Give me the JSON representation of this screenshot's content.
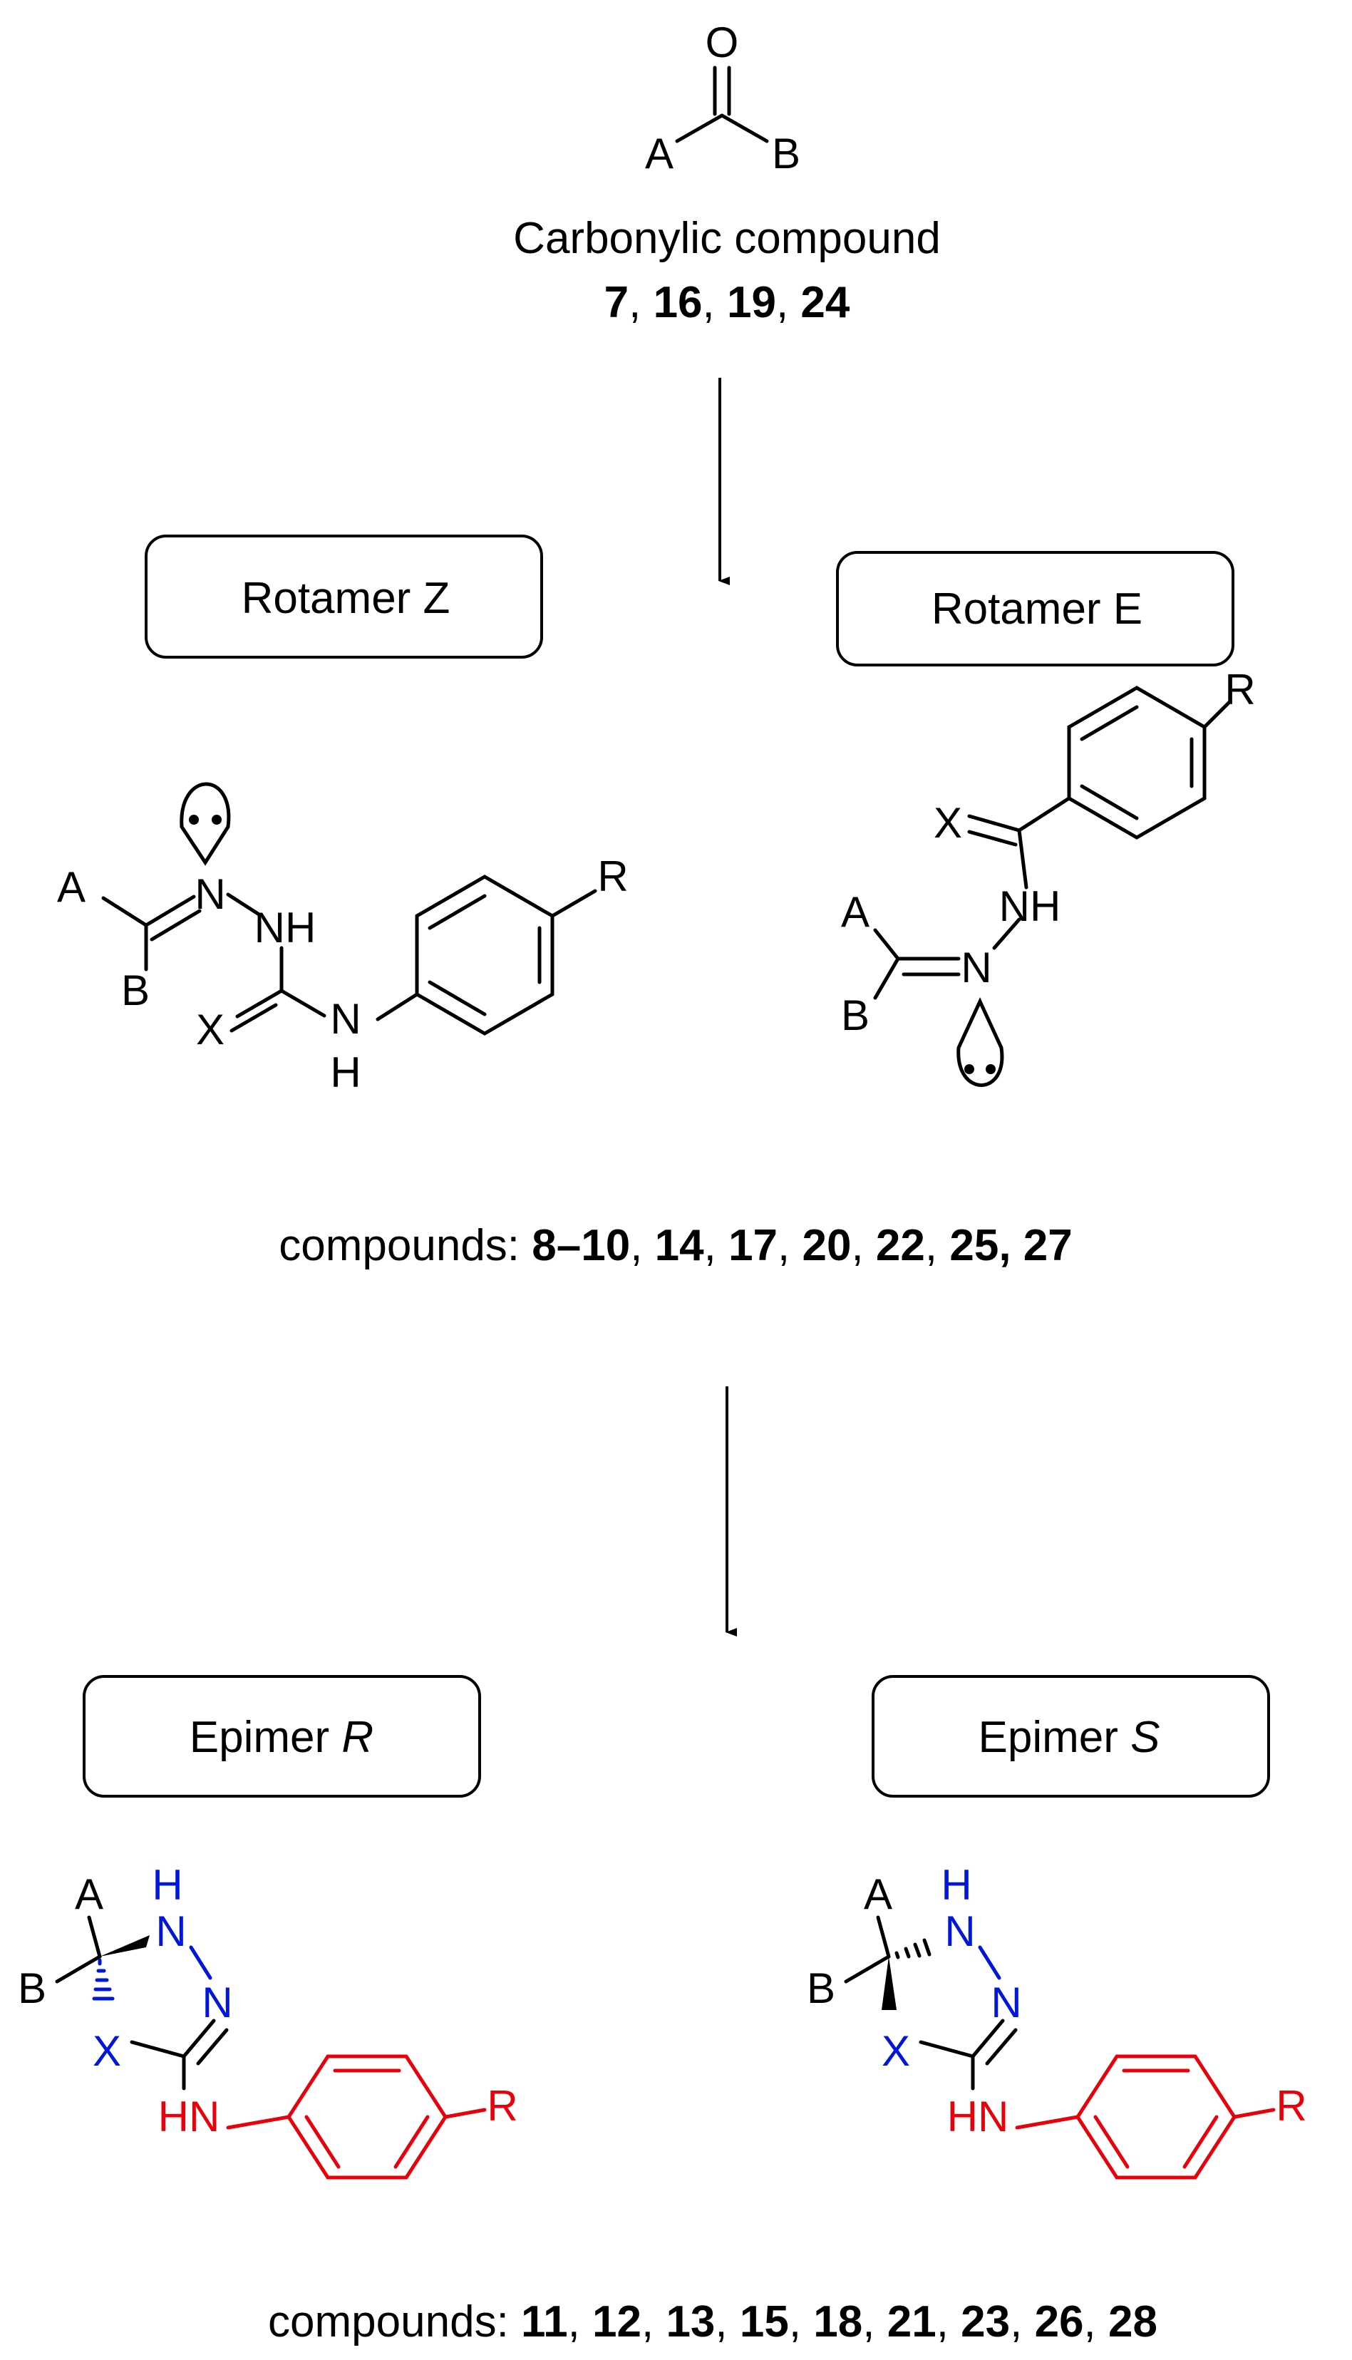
{
  "start": {
    "atom_O": "O",
    "atom_A": "A",
    "atom_B": "B",
    "caption": "Carbonylic compound",
    "compound_numbers": [
      "7",
      "16",
      "19",
      "24"
    ]
  },
  "rotamers": {
    "box_z": "Rotamer Z",
    "box_e": "Rotamer E",
    "z_atoms": {
      "A": "A",
      "B": "B",
      "N": "N",
      "NH": "NH",
      "X": "X",
      "NH2_N": "N",
      "NH2_H": "H",
      "R": "R"
    },
    "e_atoms": {
      "R": "R",
      "X": "X",
      "NH": "NH",
      "A": "A",
      "N": "N",
      "B": "B"
    },
    "caption_prefix": "compounds: ",
    "compound_numbers": [
      "8–10",
      "14",
      "17",
      "20",
      "22",
      "25",
      "27"
    ]
  },
  "epimers": {
    "box_r_prefix": "Epimer ",
    "box_r_italic": "R",
    "box_s_prefix": "Epimer ",
    "box_s_italic": "S",
    "r_atoms": {
      "A": "A",
      "H": "H",
      "N1": "N",
      "B": "B",
      "N2": "N",
      "X": "X",
      "HN": "HN",
      "R": "R"
    },
    "s_atoms": {
      "A": "A",
      "H": "H",
      "N1": "N",
      "B": "B",
      "N2": "N",
      "X": "X",
      "HN": "HN",
      "R": "R"
    },
    "caption_prefix": "compounds: ",
    "compound_numbers": [
      "11",
      "12",
      "13",
      "15",
      "18",
      "21",
      "23",
      "26",
      "28"
    ]
  },
  "colors": {
    "ring_heteroatoms": "#0016d9",
    "aryl_amine": "#e8000b",
    "default": "#000000"
  }
}
